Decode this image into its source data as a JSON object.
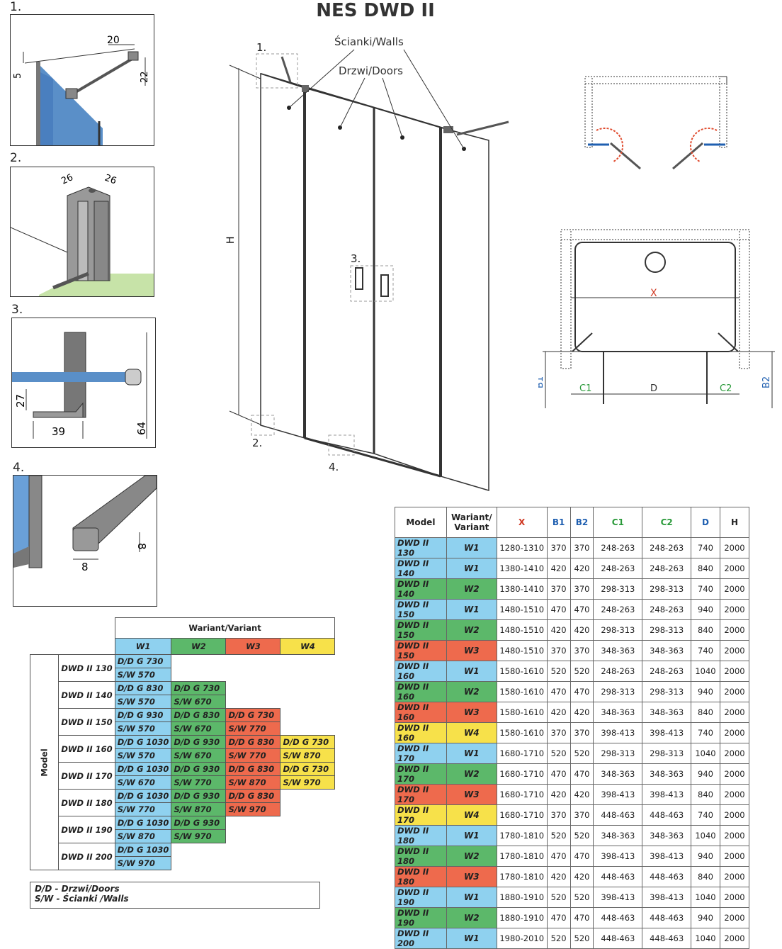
{
  "title": "NES DWD II",
  "details": [
    {
      "num": "1.",
      "dims": [
        "20",
        "5",
        "22"
      ]
    },
    {
      "num": "2.",
      "dims": [
        "26",
        "26"
      ]
    },
    {
      "num": "3.",
      "dims": [
        "27",
        "39",
        "64"
      ]
    },
    {
      "num": "4.",
      "dims": [
        "8",
        "8"
      ]
    }
  ],
  "main": {
    "walls_label": "Ścianki/Walls",
    "doors_label": "Drzwi/Doors",
    "height_label": "H",
    "callouts": [
      "1.",
      "2.",
      "3.",
      "4."
    ]
  },
  "plan": {
    "x": "X",
    "b1": "B1",
    "b2": "B2",
    "c1": "C1",
    "c2": "C2",
    "d": "D"
  },
  "right_table": {
    "headers": [
      "Model",
      "Wariant/ Variant",
      "X",
      "B1",
      "B2",
      "C1",
      "C2",
      "D",
      "H"
    ],
    "rows": [
      [
        "DWD II 130",
        "W1",
        "1280-1310",
        "370",
        "370",
        "248-263",
        "248-263",
        "740",
        "2000"
      ],
      [
        "DWD II 140",
        "W1",
        "1380-1410",
        "420",
        "420",
        "248-263",
        "248-263",
        "840",
        "2000"
      ],
      [
        "DWD II 140",
        "W2",
        "1380-1410",
        "370",
        "370",
        "298-313",
        "298-313",
        "740",
        "2000"
      ],
      [
        "DWD II 150",
        "W1",
        "1480-1510",
        "470",
        "470",
        "248-263",
        "248-263",
        "940",
        "2000"
      ],
      [
        "DWD II 150",
        "W2",
        "1480-1510",
        "420",
        "420",
        "298-313",
        "298-313",
        "840",
        "2000"
      ],
      [
        "DWD II 150",
        "W3",
        "1480-1510",
        "370",
        "370",
        "348-363",
        "348-363",
        "740",
        "2000"
      ],
      [
        "DWD II 160",
        "W1",
        "1580-1610",
        "520",
        "520",
        "248-263",
        "248-263",
        "1040",
        "2000"
      ],
      [
        "DWD II 160",
        "W2",
        "1580-1610",
        "470",
        "470",
        "298-313",
        "298-313",
        "940",
        "2000"
      ],
      [
        "DWD II 160",
        "W3",
        "1580-1610",
        "420",
        "420",
        "348-363",
        "348-363",
        "840",
        "2000"
      ],
      [
        "DWD II 160",
        "W4",
        "1580-1610",
        "370",
        "370",
        "398-413",
        "398-413",
        "740",
        "2000"
      ],
      [
        "DWD II 170",
        "W1",
        "1680-1710",
        "520",
        "520",
        "298-313",
        "298-313",
        "1040",
        "2000"
      ],
      [
        "DWD II 170",
        "W2",
        "1680-1710",
        "470",
        "470",
        "348-363",
        "348-363",
        "940",
        "2000"
      ],
      [
        "DWD II 170",
        "W3",
        "1680-1710",
        "420",
        "420",
        "398-413",
        "398-413",
        "840",
        "2000"
      ],
      [
        "DWD II 170",
        "W4",
        "1680-1710",
        "370",
        "370",
        "448-463",
        "448-463",
        "740",
        "2000"
      ],
      [
        "DWD II 180",
        "W1",
        "1780-1810",
        "520",
        "520",
        "348-363",
        "348-363",
        "1040",
        "2000"
      ],
      [
        "DWD II 180",
        "W2",
        "1780-1810",
        "470",
        "470",
        "398-413",
        "398-413",
        "940",
        "2000"
      ],
      [
        "DWD II 180",
        "W3",
        "1780-1810",
        "420",
        "420",
        "448-463",
        "448-463",
        "840",
        "2000"
      ],
      [
        "DWD II 190",
        "W1",
        "1880-1910",
        "520",
        "520",
        "398-413",
        "398-413",
        "1040",
        "2000"
      ],
      [
        "DWD II 190",
        "W2",
        "1880-1910",
        "470",
        "470",
        "448-463",
        "448-463",
        "940",
        "2000"
      ],
      [
        "DWD II 200",
        "W1",
        "1980-2010",
        "520",
        "520",
        "448-463",
        "448-463",
        "1040",
        "2000"
      ]
    ]
  },
  "left_table": {
    "group_header": "Wariant/Variant",
    "variants": [
      "W1",
      "W2",
      "W3",
      "W4"
    ],
    "side_label": "Model",
    "models": [
      {
        "name": "DWD II 130",
        "cells": [
          [
            "D/D G 730",
            "S/W 570"
          ]
        ]
      },
      {
        "name": "DWD II 140",
        "cells": [
          [
            "D/D G 830",
            "S/W 570"
          ],
          [
            "D/D G 730",
            "S/W 670"
          ]
        ]
      },
      {
        "name": "DWD II 150",
        "cells": [
          [
            "D/D G 930",
            "S/W 570"
          ],
          [
            "D/D G 830",
            "S/W 670"
          ],
          [
            "D/D G 730",
            "S/W 770"
          ]
        ]
      },
      {
        "name": "DWD II 160",
        "cells": [
          [
            "D/D G 1030",
            "S/W 570"
          ],
          [
            "D/D G 930",
            "S/W 670"
          ],
          [
            "D/D G 830",
            "S/W 770"
          ],
          [
            "D/D G 730",
            "S/W 870"
          ]
        ]
      },
      {
        "name": "DWD II 170",
        "cells": [
          [
            "D/D G 1030",
            "S/W 670"
          ],
          [
            "D/D G 930",
            "S/W 770"
          ],
          [
            "D/D G 830",
            "S/W 870"
          ],
          [
            "D/D G 730",
            "S/W 970"
          ]
        ]
      },
      {
        "name": "DWD II 180",
        "cells": [
          [
            "D/D G 1030",
            "S/W 770"
          ],
          [
            "D/D G 930",
            "S/W 870"
          ],
          [
            "D/D G 830",
            "S/W 970"
          ]
        ]
      },
      {
        "name": "DWD II 190",
        "cells": [
          [
            "D/D G 1030",
            "S/W 870"
          ],
          [
            "D/D G 930",
            "S/W 970"
          ]
        ]
      },
      {
        "name": "DWD II 200",
        "cells": [
          [
            "D/D G 1030",
            "S/W 970"
          ]
        ]
      }
    ],
    "legend": [
      "D/D - Drzwi/Doors",
      "S/W - Ścianki /Walls"
    ]
  },
  "colors": {
    "W1": "#8fd1ef",
    "W2": "#5cb86a",
    "W3": "#ee6a4d",
    "W4": "#f7e14a",
    "x": "#d03a24",
    "b": "#1f5fb0",
    "c": "#2a9a3a"
  }
}
